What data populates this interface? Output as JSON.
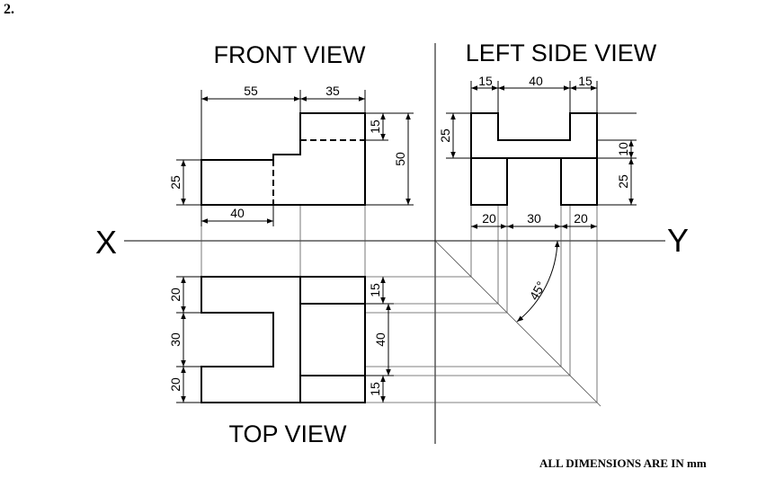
{
  "question_number": "2.",
  "footer_note": "ALL DIMENSIONS ARE IN mm",
  "views": {
    "front": "FRONT VIEW",
    "left_side": "LEFT SIDE VIEW",
    "top": "TOP VIEW"
  },
  "axis": {
    "x": "X",
    "y": "Y"
  },
  "dimensions": {
    "front_55": "55",
    "front_35": "35",
    "front_15": "15",
    "front_50": "50",
    "front_25": "25",
    "front_40": "40",
    "side_15_left": "15",
    "side_40": "40",
    "side_15_right": "15",
    "side_25": "25",
    "side_10": "10",
    "side_25_right": "25",
    "side_20_left": "20",
    "side_30": "30",
    "side_20_right": "20",
    "top_20_a": "20",
    "top_30": "30",
    "top_20_b": "20",
    "top_15_a": "15",
    "top_40": "40",
    "top_15_b": "15",
    "angle": "45°"
  }
}
